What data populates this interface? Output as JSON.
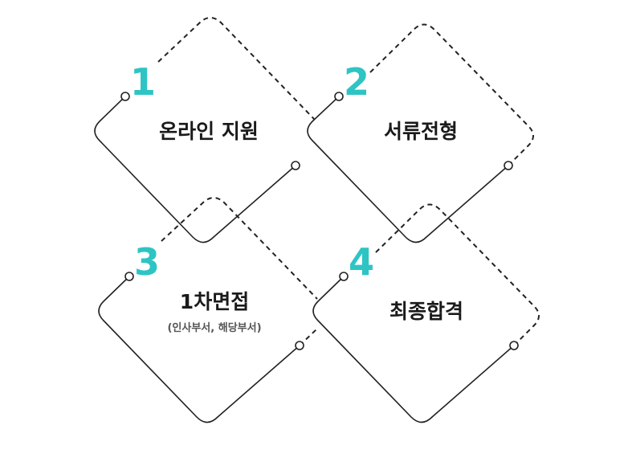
{
  "accent_color": "#2ec4c4",
  "line_color": "#222222",
  "steps": [
    {
      "number": "1",
      "label": "온라인 지원",
      "sub": ""
    },
    {
      "number": "2",
      "label": "서류전형",
      "sub": ""
    },
    {
      "number": "3",
      "label": "1차면접",
      "sub": "(인사부서, 해당부서)"
    },
    {
      "number": "4",
      "label": "최종합격",
      "sub": ""
    }
  ]
}
